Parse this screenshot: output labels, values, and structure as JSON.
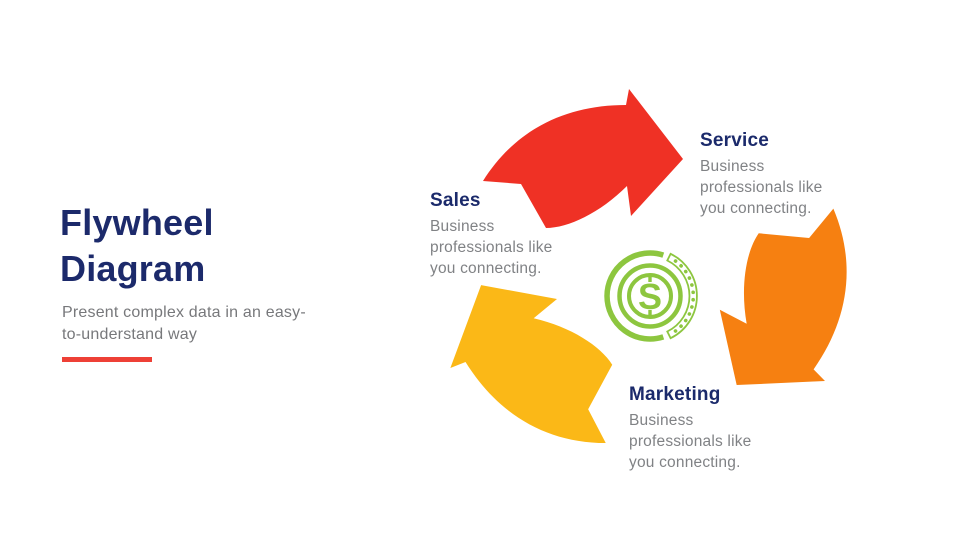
{
  "left_panel": {
    "title_lines": [
      "Flywheel",
      "Diagram"
    ],
    "subtitle_lines": [
      "Present complex data in an easy-",
      "to-understand way"
    ]
  },
  "flywheel": {
    "nodes": [
      {
        "label": "Sales",
        "description": "Business professionals like you connecting."
      },
      {
        "label": "Service",
        "description": "Business professionals like you connecting."
      },
      {
        "label": "Marketing",
        "description": "Business professionals like you connecting."
      }
    ],
    "arrows": [
      {
        "position": "top",
        "color": "#EF3125"
      },
      {
        "position": "right",
        "color": "#F68011"
      },
      {
        "position": "bottom-left",
        "color": "#FBB817"
      }
    ],
    "center_icon": {
      "symbol": "S",
      "color": "#8DC63F"
    }
  },
  "colors": {
    "heading": "#1B2A6B",
    "body_text": "#808285",
    "accent_bar": "#EE4036",
    "background": "#FFFFFF"
  }
}
